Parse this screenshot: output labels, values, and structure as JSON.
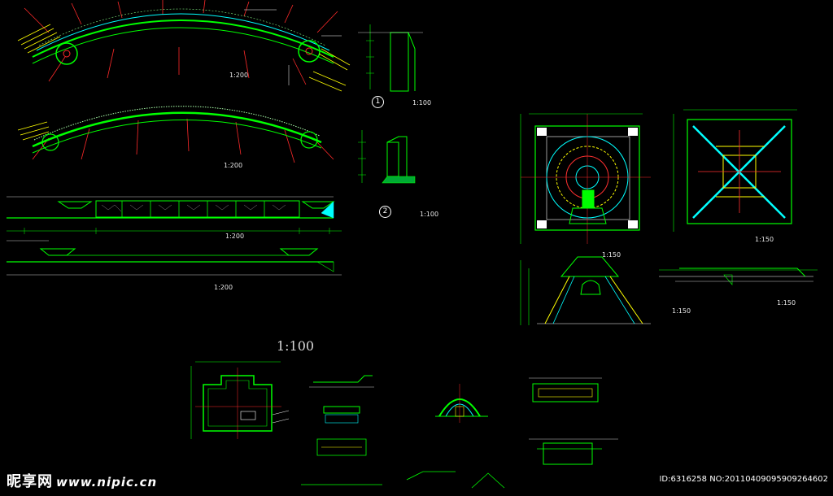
{
  "drawing": {
    "scale_heading": "1:100",
    "views": {
      "plan_scale": "1:200",
      "section_scale": "1:200",
      "front_elev_scale": "1:200",
      "back_elev_scale": "1:200",
      "side1_marker": "1",
      "side1_scale": "1:100",
      "side2_marker": "2",
      "side2_scale": "1:100",
      "square_plan_scale": "1:150",
      "square_roof_scale": "1:150",
      "pavilion_elev_scale": "1:150",
      "pavilion_section_scale": "1:150"
    }
  },
  "watermark": {
    "logo": "昵享网",
    "url": "www.nipic.cn",
    "id_text": "ID:6316258 NO:20110409095909264602"
  },
  "colors": {
    "background": "#000000",
    "green": "#00ff00",
    "cyan": "#00ffff",
    "yellow": "#ffff00",
    "red": "#ff2020",
    "white": "#ffffff"
  }
}
